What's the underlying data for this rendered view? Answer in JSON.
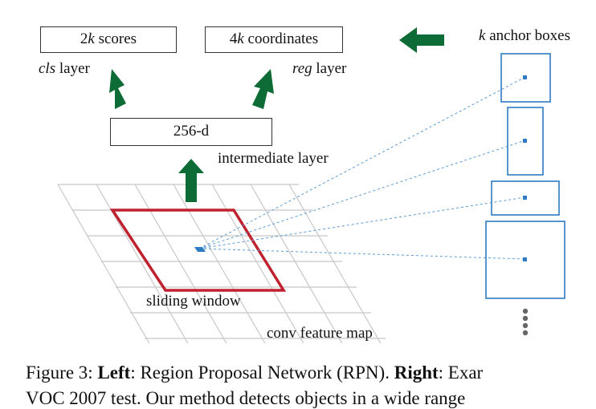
{
  "boxes": {
    "cls_pre": "2",
    "cls_k": "k",
    "cls_post": " scores",
    "reg_pre": "4",
    "reg_k": "k",
    "reg_post": " coordinates",
    "intermediate": "256-d"
  },
  "labels": {
    "cls_italic": "cls",
    "cls_rest": " layer",
    "reg_italic": "reg",
    "reg_rest": " layer",
    "intermediate_layer": "intermediate layer",
    "sliding_window": "sliding window",
    "conv_feature_map": "conv feature map",
    "anchor_k": "k",
    "anchor_rest": " anchor boxes"
  },
  "caption": {
    "line1_a": "Figure 3: ",
    "line1_b": "Left",
    "line1_c": ": Region Proposal Network (RPN). ",
    "line1_d": "Right",
    "line1_e": ": Exar",
    "line2": "VOC 2007 test. Our method detects objects in a wide range"
  },
  "colors": {
    "arrow": "#0d6b35",
    "window": "#c0212f",
    "anchor": "#2e7bc4",
    "grid": "#c8c8c8"
  }
}
